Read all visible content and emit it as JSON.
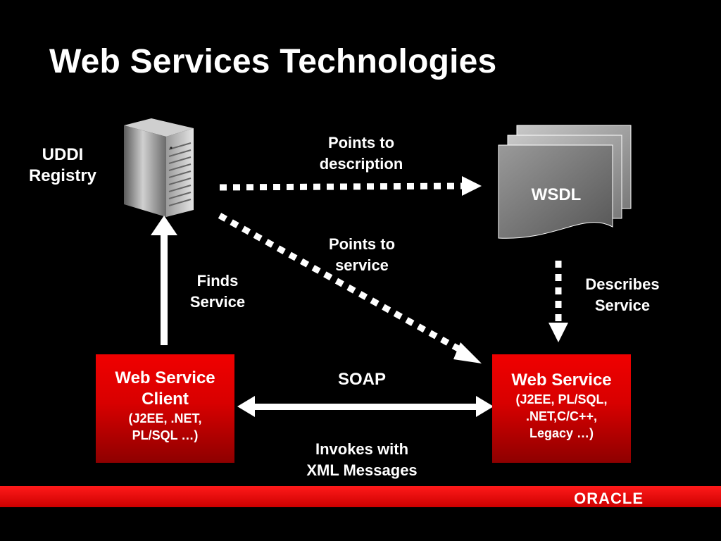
{
  "title": "Web Services Technologies",
  "nodes": {
    "uddi": {
      "line1": "UDDI",
      "line2": "Registry"
    },
    "wsdl": {
      "label": "WSDL"
    },
    "client": {
      "line1": "Web Service",
      "line2": "Client",
      "line3": "(J2EE, .NET,",
      "line4": "PL/SQL …)"
    },
    "service": {
      "line1": "Web Service",
      "line2": "(J2EE, PL/SQL,",
      "line3": ".NET,C/C++,",
      "line4": "Legacy …)"
    }
  },
  "edges": {
    "points_to_description": {
      "line1": "Points to",
      "line2": "description"
    },
    "points_to_service": {
      "line1": "Points to",
      "line2": "service"
    },
    "finds_service": {
      "line1": "Finds",
      "line2": "Service"
    },
    "describes_service": {
      "line1": "Describes",
      "line2": "Service"
    },
    "soap": {
      "label": "SOAP"
    },
    "invokes": {
      "line1": "Invokes with",
      "line2": "XML Messages"
    }
  },
  "footer": {
    "brand": "ORACLE"
  },
  "colors": {
    "background": "#000000",
    "accent": "#e00000",
    "text": "#ffffff"
  }
}
